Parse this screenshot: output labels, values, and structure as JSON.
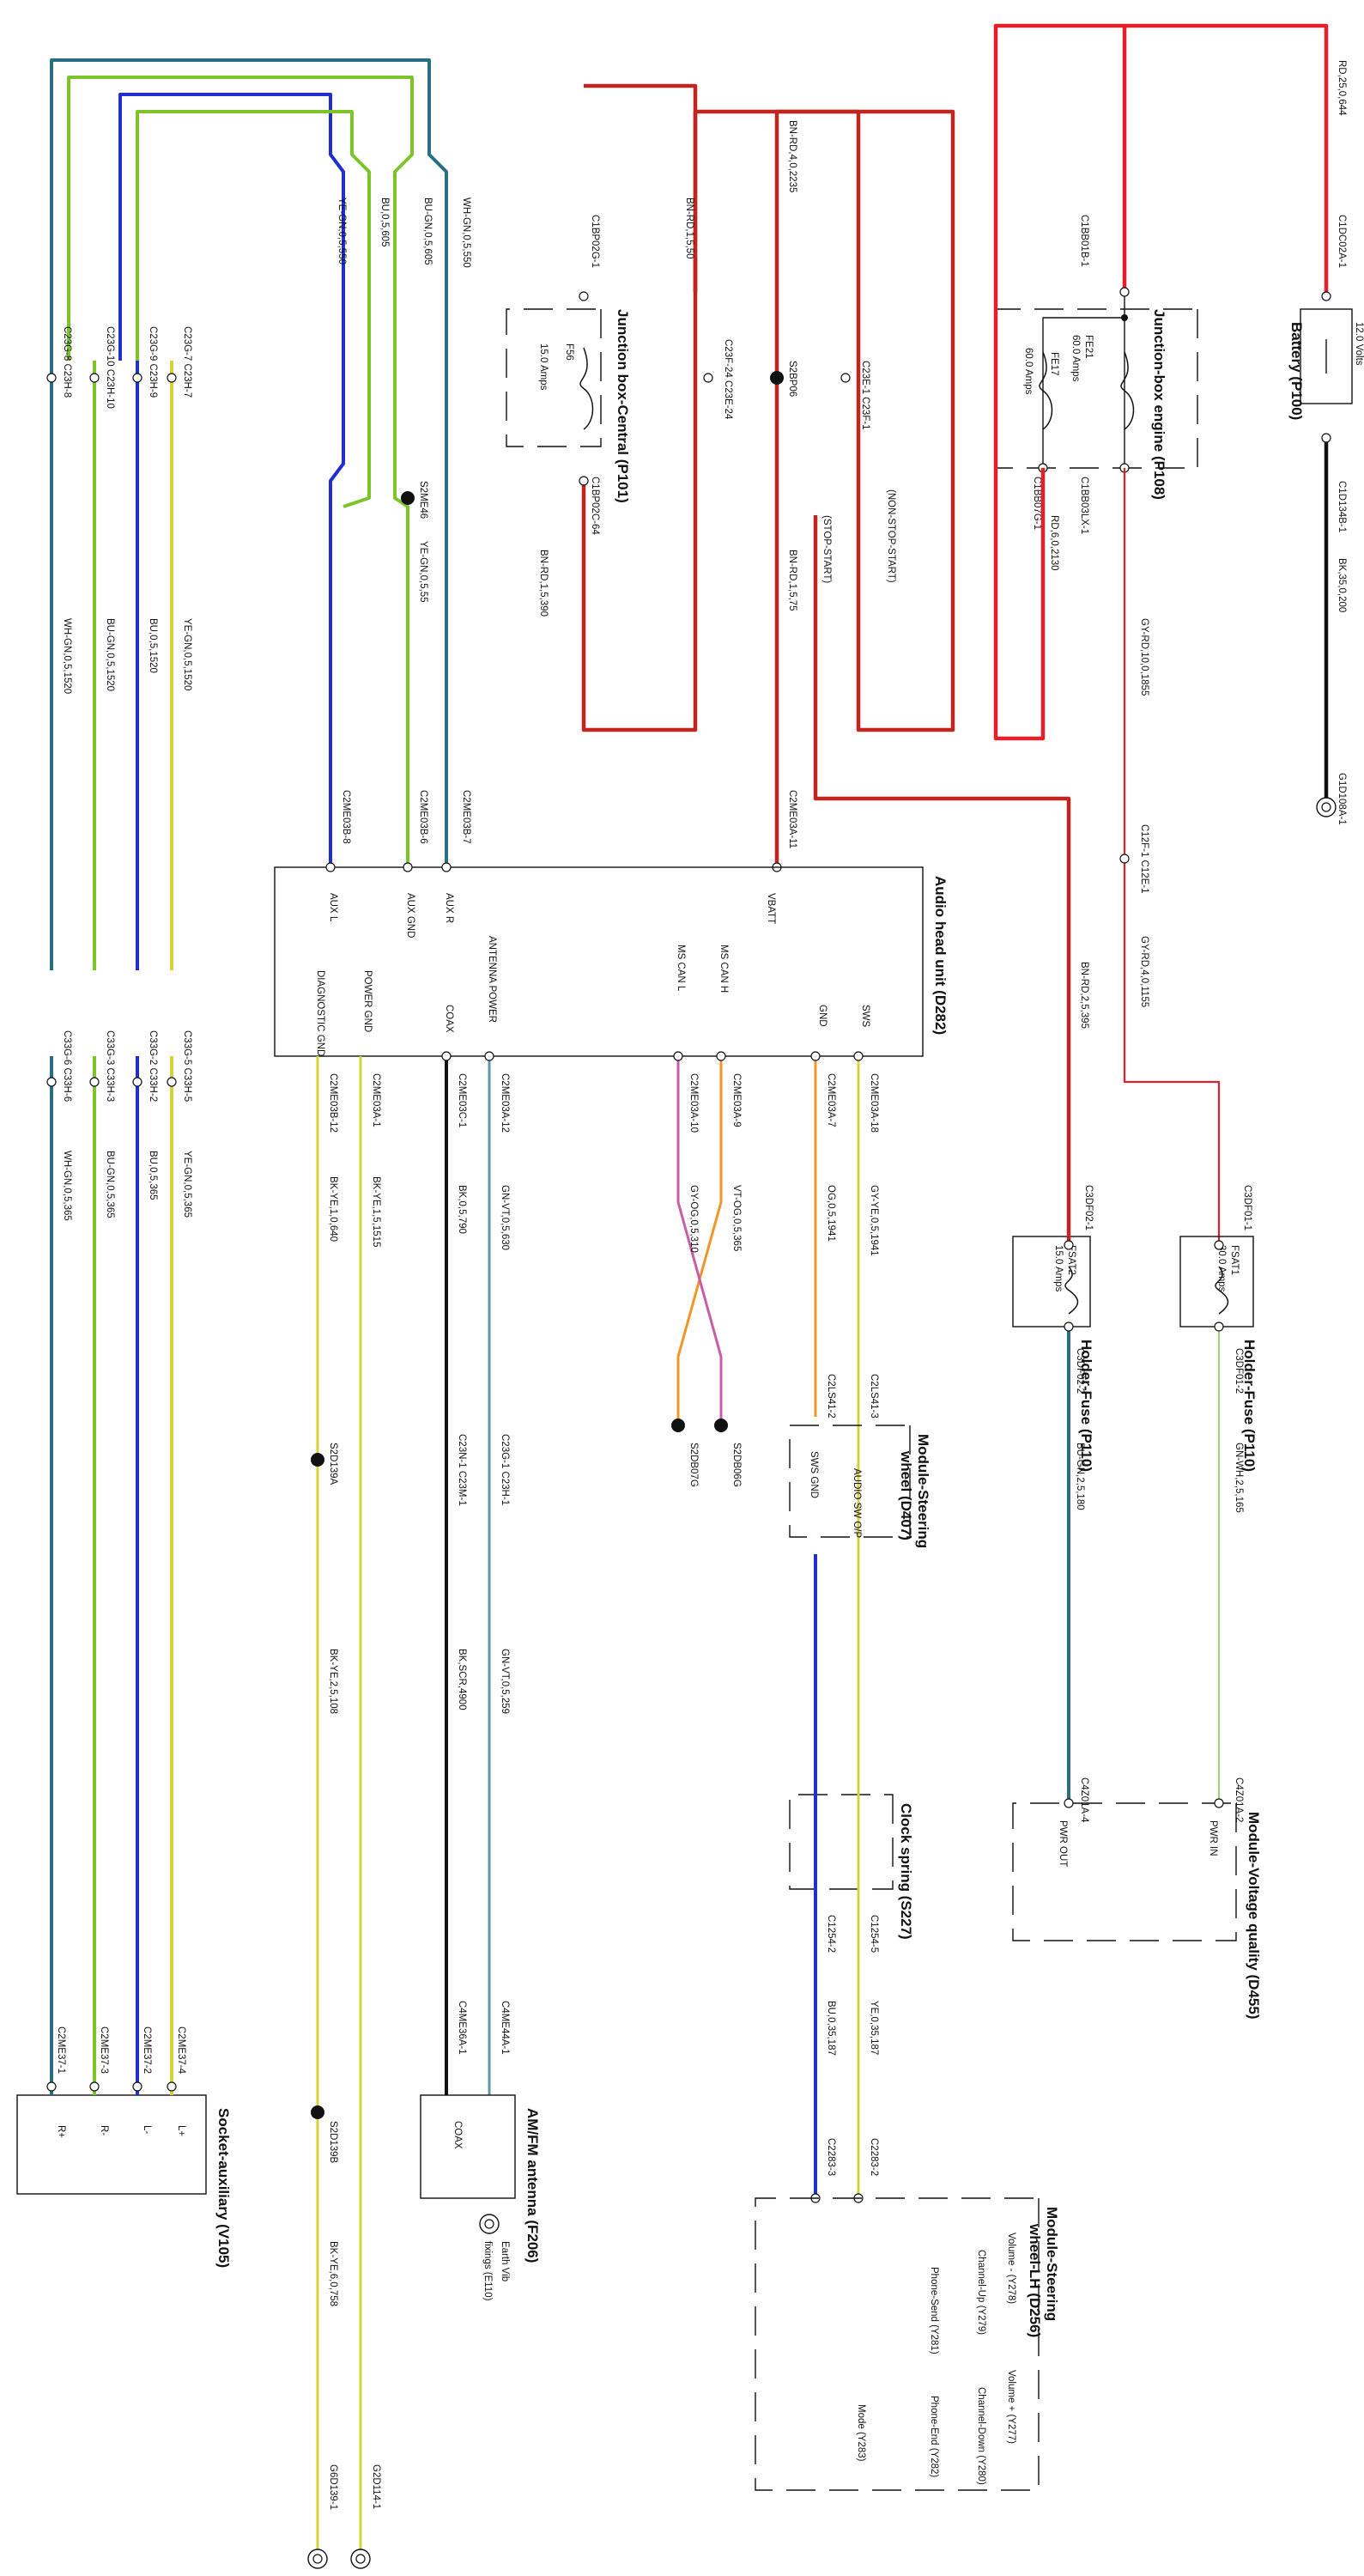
{
  "battery": {
    "title": "Battery (P100)",
    "volts": "12.0 Volts",
    "pin_top": "C1DC02A-1",
    "pin_bottom": "C1D134B-1",
    "wire_top": "RD,25,0,644",
    "wire_bottom": "BK,35,0,200",
    "ground": "G1D108A-1"
  },
  "junction_engine": {
    "title": "Junction-box engine (P108)",
    "fuse1_name": "FE21",
    "fuse1_rating": "60.0 Amps",
    "fuse2_name": "FE17",
    "fuse2_rating": "60.0 Amps",
    "pin_in": "C1BB01B-1",
    "pin_out1": "C1BB03LX-1",
    "pin_out2": "C1BB07G-1",
    "wire_out1": "GY-RD,10,0,1855",
    "wire_out2": "RD,6,0,2130",
    "label_nonstop": "(NON-STOP-START)",
    "label_stop": "(STOP-START)"
  },
  "junction_central": {
    "title": "Junction box-Central (P101)",
    "fuse_name": "F56",
    "fuse_rating": "15.0 Amps",
    "pin_in": "C1BP02G-1",
    "pin_out": "C1BP02C-64",
    "wire_in": "BN-RD,1,5,50",
    "wire_out": "BN-RD,1,5,390"
  },
  "splice_feed": {
    "wire_a": "BN-RD,4,0,2235",
    "pin_a": "C23E-1 C23F-1",
    "pin_b": "C23F-24 C23E-24",
    "splice": "S2BP06",
    "wire_b": "BN-RD,1,5,75",
    "wire_c": "BN-RD,2,5,395",
    "pin_c": "C2ME03A-11"
  },
  "holder_fuse_a": {
    "title": "Holder-Fuse (P110)",
    "fuse_name": "FSAT1",
    "fuse_rating": "30.0 Amps",
    "pin_in": "C3DF01-1",
    "pin_out": "C3DF01-2",
    "wire_in": "GY-RD,4,0,1155",
    "wire_out": "GN-WH,2,5,165",
    "pin_c12": "C12F-1 C12E-1"
  },
  "holder_fuse_b": {
    "title": "Holder-Fuse (P110)",
    "fuse_name": "FSAT2",
    "fuse_rating": "15.0 Amps",
    "pin_in": "C3DF02-1",
    "pin_out": "C3DF02-2",
    "wire_out": "BU-GN,2,5,180"
  },
  "voltage_quality": {
    "title": "Module-Voltage quality (D455)",
    "pwr_in": "PWR IN",
    "pwr_out": "PWR OUT",
    "pin_in": "C4Z01A-2",
    "pin_out": "C4Z01A-4"
  },
  "audio_unit": {
    "title": "Audio head unit (D282)",
    "pins": {
      "vbatt": "VBATT",
      "aux_r": "AUX R",
      "aux_gnd": "AUX GND",
      "aux_l": "AUX L",
      "sws": "SWS",
      "gnd": "GND",
      "ms_can_h": "MS CAN H",
      "ms_can_l": "MS CAN L",
      "antenna_power": "ANTENNA POWER",
      "coax": "COAX",
      "power_gnd": "POWER GND",
      "diagnostic_gnd": "DIAGNOSTIC GND"
    }
  },
  "aux_harness": {
    "wire_wh_gn": "WH-GN,0,5,550",
    "wire_bu_gn": "BU-GN,0,5,605",
    "wire_bu": "BU,0,5,605",
    "wire_ye_gn": "YE-GN,0,5,550",
    "splice": "S2ME46",
    "wire_ye_gn_short": "YE-GN,0,5,55",
    "pin_top": "C2ME03B-7",
    "pin_gnd": "C2ME03B-6",
    "pin_l": "C2ME03B-8"
  },
  "inline_connectors": {
    "c1": "C23G-7 C23H-7",
    "c2": "C23G-9 C23H-9",
    "c3": "C23G-10 C23H-10",
    "c4": "C23G-8 C23H-8",
    "w1": "YE-GN,0,5,1520",
    "w2": "BU,0,5,1520",
    "w3": "BU-GN,0,5,1520",
    "w4": "WH-GN,0,5,1520",
    "d1": "C33G-5 C33H-5",
    "d2": "C33G-2 C33H-2",
    "d3": "C33G-3 C33H-3",
    "d4": "C33G-6 C33H-6",
    "v1": "YE-GN,0,5,365",
    "v2": "BU,0,5,365",
    "v3": "BU-GN,0,5,365",
    "v4": "WH-GN,0,5,365"
  },
  "socket_aux": {
    "title": "Socket-auxiliary (V105)",
    "pins": [
      "L+",
      "L-",
      "R-",
      "R+"
    ],
    "connectors": [
      "C2ME37-4",
      "C2ME37-2",
      "C2ME37-3",
      "C2ME37-1"
    ]
  },
  "steering_wheel": {
    "title_a": "Module-Steering",
    "title_b": "wheel (D407)",
    "sws_gnd": "SWS GND",
    "audio_sw_op": "AUDIO SW O/P",
    "pin_sws": "C2ME03A-18",
    "pin_gnd": "C2ME03A-7",
    "wire_sws": "GY-YE,0,5,1941",
    "wire_gnd": "OG,0,5,1941",
    "pin_a": "C2LS41-3",
    "pin_b": "C2LS41-2"
  },
  "can_bus": {
    "pin_h": "C2ME03A-9",
    "pin_l": "C2ME03A-10",
    "wire_h": "VT-OG,0,5,365",
    "wire_l": "GY-OG,0,5,310",
    "splice_h": "S2DB06G",
    "splice_l": "S2DB07G"
  },
  "clock_spring": {
    "title": "Clock spring (S227)",
    "pin_a": "C1254-5",
    "pin_b": "C1254-2",
    "wire_a": "YE,0,35,187",
    "wire_b": "BU,0,35,187",
    "pin_c": "C2283-2",
    "pin_d": "C2283-3"
  },
  "steering_lh": {
    "title_a": "Module-Steering",
    "title_b": "wheel-LH (D256)",
    "switches": [
      "Volume - (Y278)",
      "Channel-Up (Y279)",
      "Phone-Send (Y281)",
      "Volume + (Y277)",
      "Channel-Down (Y280)",
      "Phone-End (Y282)",
      "Mode (Y283)"
    ]
  },
  "antenna_circuit": {
    "pin_power": "C2ME03A-12",
    "wire_power": "GN-VT,0,5,630",
    "pin_coax": "C2ME03C-1",
    "wire_coax": "BK,0,5,790",
    "inline_power": "C23G-1 C23H-1",
    "inline_coax": "C23N-1 C23M-1",
    "wire_power2": "GN-VT,0,5,259",
    "wire_coax2": "BK,SCR,4900",
    "pin_ant_power": "C4ME44A-1",
    "pin_ant_coax": "C4ME36A-1"
  },
  "am_fm_antenna": {
    "title": "AM/FM antenna (F206)",
    "coax": "COAX",
    "earth": "Earth Vib",
    "earth_b": "fixings (E110)"
  },
  "grounds": {
    "pin_power_gnd": "C2ME03A-1",
    "wire_power_gnd": "BK-YE,1,5,1515",
    "pin_diag": "C2ME03B-12",
    "wire_diag": "BK-YE,1,0,640",
    "splice_a": "S2D139A",
    "wire_b": "BK-YE,2,5,108",
    "splice_b": "S2D139B",
    "wire_c": "BK-YE,6,0,758",
    "ground_a": "G2D114-1",
    "ground_b": "G6D139-1"
  },
  "colors": {
    "red": "#e3202a",
    "dark_red": "#c0251f",
    "blue": "#1f2fd0",
    "green": "#7cc42a",
    "teal": "#2a6e86",
    "orange": "#f39427",
    "yellow": "#d8d23a",
    "pink": "#c85ca8"
  }
}
